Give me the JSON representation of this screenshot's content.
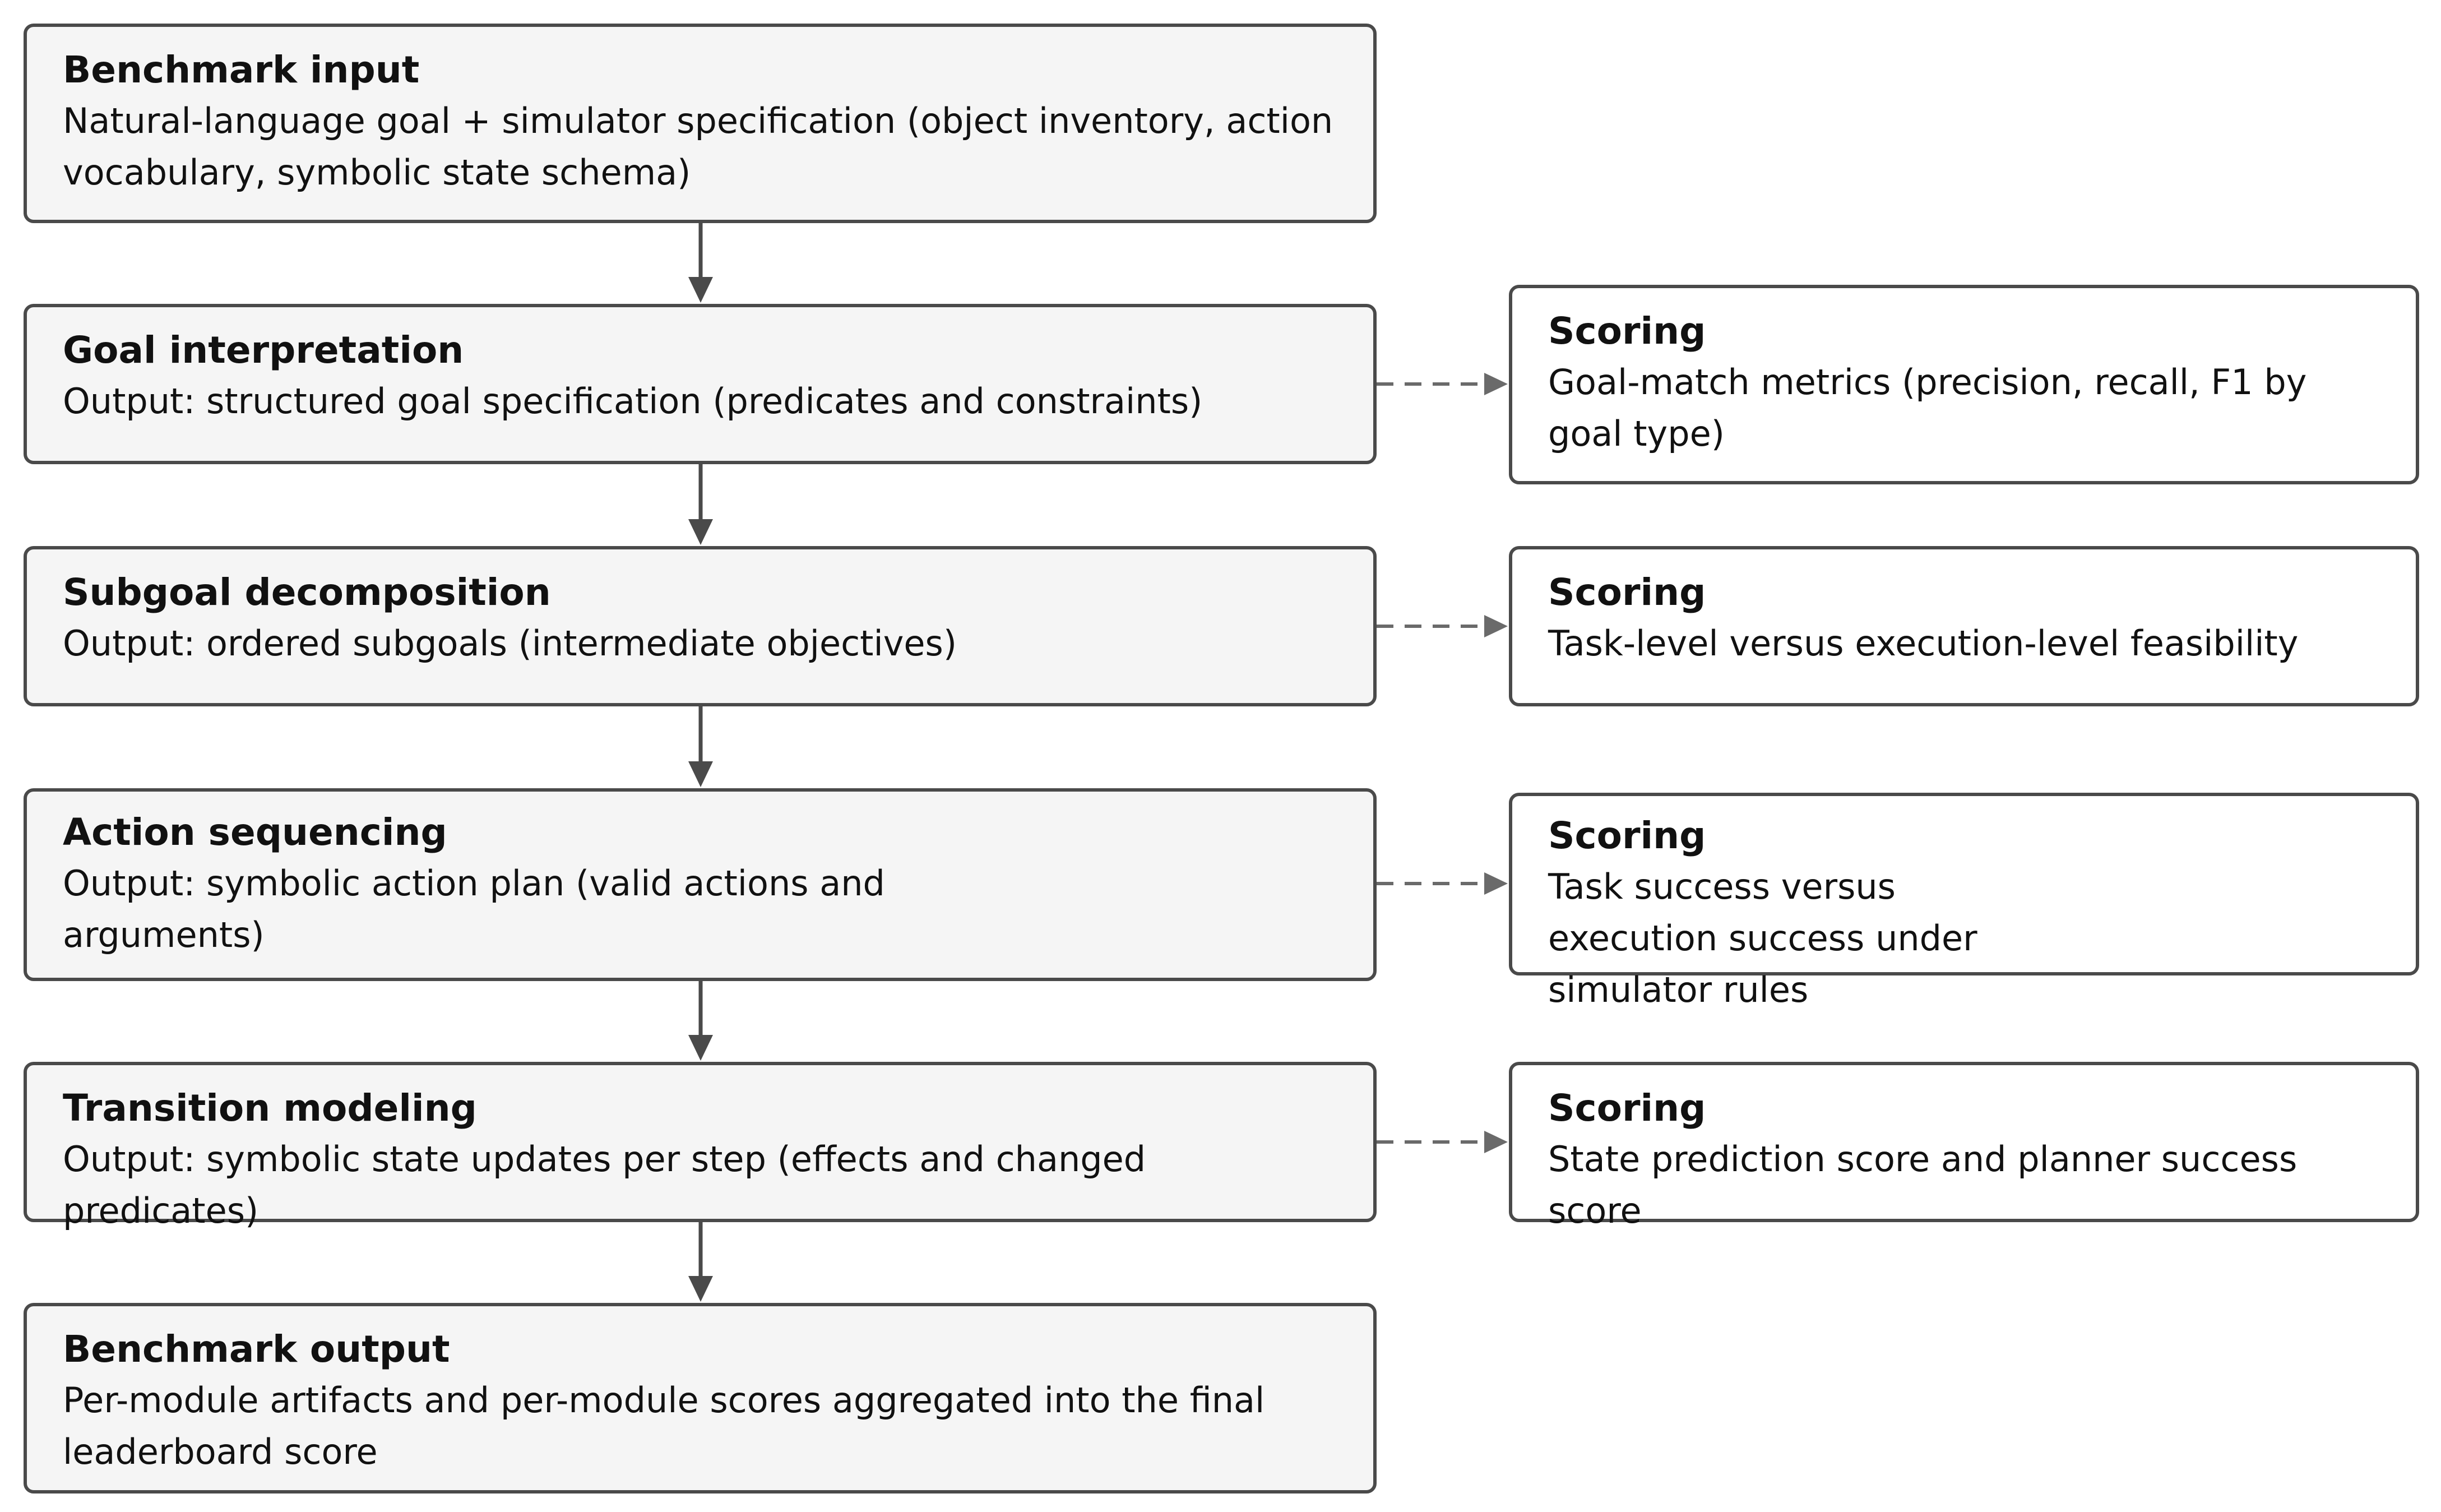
{
  "main_steps": [
    {
      "title": "Benchmark input",
      "description": "Natural-language goal + simulator specification (object inventory, action vocabulary, symbolic state schema)"
    },
    {
      "title": "Goal interpretation",
      "description": "Output: structured goal specification (predicates and constraints)"
    },
    {
      "title": "Subgoal decomposition",
      "description": "Output: ordered subgoals (intermediate objectives)"
    },
    {
      "title": "Action sequencing",
      "description": "Output: symbolic action plan (valid actions and arguments)"
    },
    {
      "title": "Transition modeling",
      "description": "Output: symbolic state updates per step (effects and changed predicates)"
    },
    {
      "title": "Benchmark output",
      "description": "Per-module artifacts and per-module scores aggregated into the final leaderboard score"
    }
  ],
  "scoring_boxes": [
    {
      "title": "Scoring",
      "description": "Goal-match metrics (precision, recall, F1 by goal type)"
    },
    {
      "title": "Scoring",
      "description": "Task-level versus execution-level feasibility"
    },
    {
      "title": "Scoring",
      "description": "Task success versus execution success under simulator rules"
    },
    {
      "title": "Scoring",
      "description": "State prediction score and planner success score"
    }
  ],
  "colors": {
    "box_border": "#4a4a4a",
    "main_fill": "#f5f5f5",
    "scoring_fill": "#ffffff",
    "arrow": "#4a4a4a",
    "dashed_arrow": "#6a6a6a"
  }
}
